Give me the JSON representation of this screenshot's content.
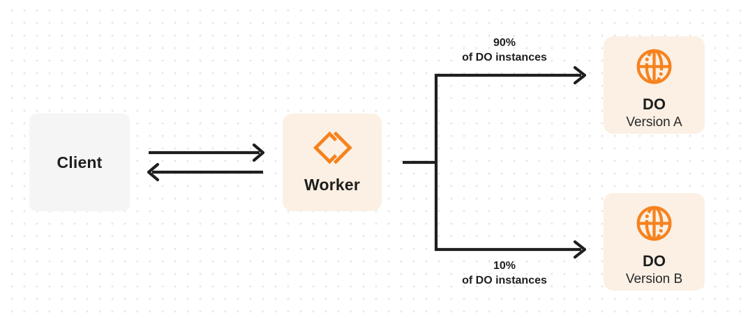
{
  "diagram": {
    "nodes": {
      "client": {
        "label": "Client"
      },
      "worker": {
        "label": "Worker",
        "icon": "workers-icon"
      },
      "do_version_a": {
        "title": "DO",
        "subtitle": "Version A",
        "icon": "globe-icon"
      },
      "do_version_b": {
        "title": "DO",
        "subtitle": "Version B",
        "icon": "globe-icon"
      }
    },
    "edges": {
      "worker_to_do_a": {
        "percent": "90%",
        "caption": "of DO instances"
      },
      "worker_to_do_b": {
        "percent": "10%",
        "caption": "of DO instances"
      }
    },
    "colors": {
      "accent_orange": "#f6821f",
      "node_cream": "#fbf0e3",
      "node_gray": "#f5f5f6",
      "ink": "#1e1e1e",
      "grid_dot": "#e6e6e8"
    }
  }
}
